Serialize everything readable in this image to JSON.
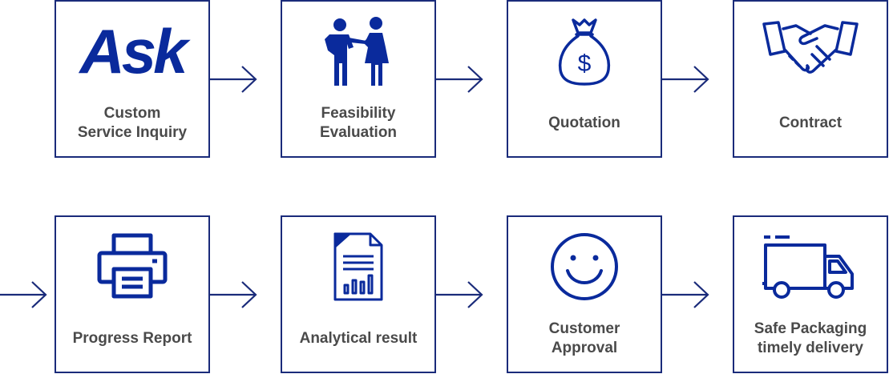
{
  "colors": {
    "border": "#1a2b7a",
    "icon": "#0a2a9c",
    "text": "#4a4a4a"
  },
  "steps": [
    {
      "label": "Custom\nService Inquiry",
      "icon": "ask-logo-icon",
      "logo_text": "Ask"
    },
    {
      "label": "Feasibility\nEvaluation",
      "icon": "people-presentation-icon"
    },
    {
      "label": "Quotation",
      "icon": "money-bag-icon"
    },
    {
      "label": "Contract",
      "icon": "handshake-icon"
    },
    {
      "label": "Progress Report",
      "icon": "printer-icon"
    },
    {
      "label": "Analytical result",
      "icon": "document-chart-icon"
    },
    {
      "label": "Customer\nApproval",
      "icon": "smiley-face-icon"
    },
    {
      "label": "Safe Packaging\ntimely delivery",
      "icon": "delivery-truck-icon"
    }
  ]
}
